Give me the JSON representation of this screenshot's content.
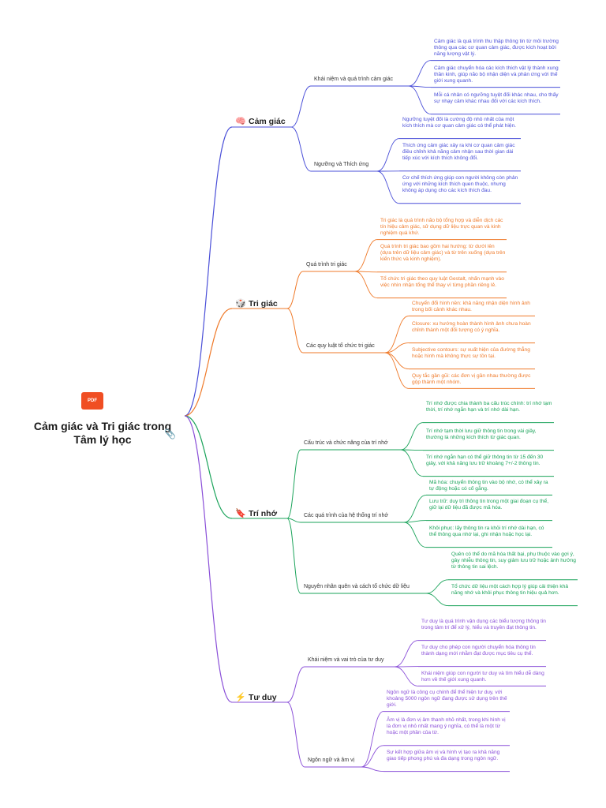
{
  "root": {
    "title": "Cảm giác và Tri giác trong Tâm lý học",
    "pdf_badge": "PDF",
    "attachment_icon": "paperclip-icon"
  },
  "branches": [
    {
      "label": "Cảm giác",
      "icon": "brain-icon",
      "color": "#4a4fd8",
      "subs": [
        {
          "label": "Khái niệm và quá trình cảm giác",
          "leaves": [
            "Cảm giác là quá trình thu thập thông tin từ môi trường thông qua các cơ quan cảm giác, được kích hoạt bởi năng lượng vật lý.",
            "Cảm giác chuyển hóa các kích thích vật lý thành xung thần kinh, giúp não bộ nhận diện và phản ứng với thế giới xung quanh.",
            "Mỗi cá nhân có ngưỡng tuyệt đối khác nhau, cho thấy sự nhạy cảm khác nhau đối với các kích thích."
          ]
        },
        {
          "label": "Ngưỡng và Thích ứng",
          "leaves": [
            "Ngưỡng tuyệt đối là cường độ nhỏ nhất của một kích thích mà cơ quan cảm giác có thể phát hiện.",
            "Thích ứng cảm giác xảy ra khi cơ quan cảm giác điều chỉnh khả năng cảm nhận sau thời gian dài tiếp xúc với kích thích không đổi.",
            "Cơ chế thích ứng giúp con người không còn phản ứng với những kích thích quen thuộc, nhưng không áp dụng cho các kích thích đau."
          ]
        }
      ]
    },
    {
      "label": "Tri giác",
      "icon": "dice-icon",
      "color": "#ef7a2a",
      "subs": [
        {
          "label": "Quá trình tri giác",
          "leaves": [
            "Tri giác là quá trình não bộ tổng hợp và diễn dịch các tín hiệu cảm giác, sử dụng dữ liệu trực quan và kinh nghiệm quá khứ.",
            "Quá trình tri giác bao gồm hai hướng: từ dưới lên (dựa trên dữ liệu cảm giác) và từ trên xuống (dựa trên kiến thức và kinh nghiệm).",
            "Tổ chức tri giác theo quy luật Gestalt, nhấn mạnh vào việc nhìn nhận tổng thể thay vì từng phần riêng lẻ."
          ]
        },
        {
          "label": "Các quy luật tổ chức tri giác",
          "leaves": [
            "Chuyển đổi hình nền: khả năng nhận diện hình ảnh trong bối cảnh khác nhau.",
            "Closure: xu hướng hoàn thành hình ảnh chưa hoàn chỉnh thành một đối tượng có ý nghĩa.",
            "Subjective contours: sự xuất hiện của đường thẳng hoặc hình mà không thực sự tồn tại.",
            "Quy tắc gần gũi: các đơn vị gần nhau thường được gộp thành một nhóm."
          ]
        }
      ]
    },
    {
      "label": "Trí nhớ",
      "icon": "bookmark-icon",
      "color": "#1aa35a",
      "subs": [
        {
          "label": "Cấu trúc và chức năng của trí nhớ",
          "leaves": [
            "Trí nhớ được chia thành ba cấu trúc chính: trí nhớ tạm thời, trí nhớ ngắn hạn và trí nhớ dài hạn.",
            "Trí nhớ tạm thời lưu giữ thông tin trong vài giây, thường là những kích thích từ giác quan.",
            "Trí nhớ ngắn hạn có thể giữ thông tin từ 15 đến 30 giây, với khả năng lưu trữ khoảng 7+/-2 thông tin."
          ]
        },
        {
          "label": "Các quá trình của hệ thống trí nhớ",
          "leaves": [
            "Mã hóa: chuyển thông tin vào bộ nhớ, có thể xảy ra tự động hoặc có cố gắng.",
            "Lưu trữ: duy trì thông tin trong một giai đoạn cụ thể, giữ lại dữ liệu đã được mã hóa.",
            "Khôi phục: lấy thông tin ra khỏi trí nhớ dài hạn, có thể thông qua nhớ lại, ghi nhận hoặc học lại."
          ]
        },
        {
          "label": "Nguyên nhân quên và cách tổ chức dữ liệu",
          "leaves": [
            "Quên có thể do mã hóa thất bại, phụ thuộc vào gợi ý, gây nhiễu thông tin, suy giảm lưu trữ hoặc ảnh hưởng từ thông tin sai lệch.",
            "Tổ chức dữ liệu một cách hợp lý giúp cải thiện khả năng nhớ và khôi phục thông tin hiệu quả hơn."
          ]
        }
      ]
    },
    {
      "label": "Tư duy",
      "icon": "logo-icon",
      "color": "#8a4fd8",
      "subs": [
        {
          "label": "Khái niệm và vai trò của tư duy",
          "leaves": [
            "Tư duy là quá trình vận dụng các biểu tượng thông tin trong tâm trí để xử lý, hiểu và truyền đạt thông tin.",
            "Tư duy cho phép con người chuyển hóa thông tin thành dạng mới nhằm đạt được mục tiêu cụ thể.",
            "Khái niệm giúp con người tư duy và tìm hiểu dễ dàng hơn về thế giới xung quanh."
          ]
        },
        {
          "label": "Ngôn ngữ và âm vị",
          "leaves": [
            "Ngôn ngữ là công cụ chính để thể hiện tư duy, với khoảng 5000 ngôn ngữ đang được sử dụng trên thế giới.",
            "Âm vị là đơn vị âm thanh nhỏ nhất, trong khi hình vị là đơn vị nhỏ nhất mang ý nghĩa, có thể là một từ hoặc một phần của từ.",
            "Sự kết hợp giữa âm vị và hình vị tạo ra khả năng giao tiếp phong phú và đa dạng trong ngôn ngữ."
          ]
        }
      ]
    }
  ]
}
